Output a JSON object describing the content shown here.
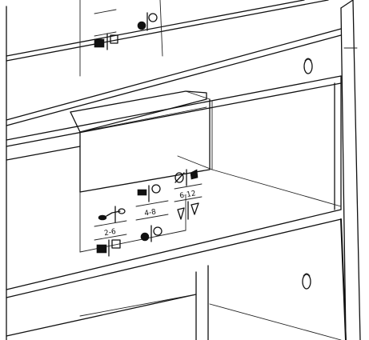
{
  "drawer_panels": {
    "upper": {
      "icon_names": [
        "cutlery-basket-icon",
        "apple-icon",
        "leaf-icon"
      ]
    },
    "middle": {
      "icon_names": [
        "thermometer-fish-icon",
        "fridge-clock-icon",
        "no-fish-icon",
        "meat-icon",
        "cutlery-basket-icon",
        "apple-icon",
        "leaf-icon",
        "glass-icon",
        "glass-check-icon"
      ],
      "range_left": "2-6",
      "range_center": "4-8",
      "range_right": "6-12"
    },
    "lower": {
      "icon_names": []
    }
  }
}
